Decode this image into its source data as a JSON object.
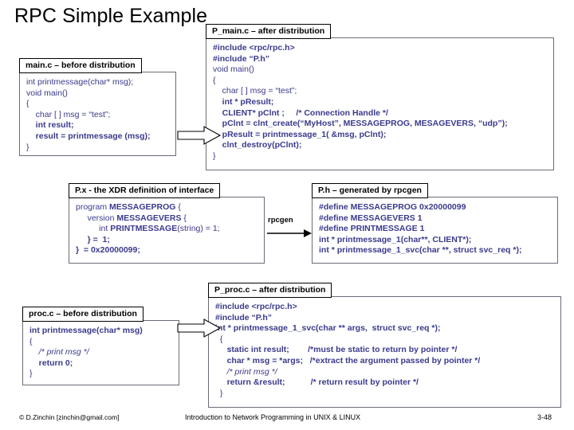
{
  "slide": {
    "title": "RPC Simple Example"
  },
  "boxes": {
    "main_c": {
      "header": "main.c – before distribution",
      "code": "int printmessage(char* msg);\nvoid main()\n{\n    char [ ] msg = “test”;\n    int result;\n    result = printmessage (msg);\n}"
    },
    "p_main_c": {
      "header": "P_main.c – after distribution",
      "code": "#include <rpc/rpc.h>\n#include “P.h”\nvoid main()\n{\n    char [ ] msg = “test”;\n    int * pResult;\n    CLIENT* pClnt ;     /* Connection Handle */\n    pClnt = clnt_create(“MyHost”, MESSAGEPROG, MESAGEVERS, “udp”);\n    pResult = printmessage_1( &msg, pClnt);\n    clnt_destroy(pClnt);\n}"
    },
    "p_x": {
      "header": "P.x - the XDR definition of interface",
      "code": "program MESSAGEPROG {\n    version MESSAGEVERS {\n         int PRINTMESSAGE(string) = 1;\n    } =  1;\n}  = 0x20000099;"
    },
    "p_h": {
      "header_plain": "P.h – generated by ",
      "header_italic": "rpcgen",
      "code": "#define MESSAGEPROG 0x20000099\n#define MESSAGEVERS 1\n#define PRINTMESSAGE 1\nint * printmessage_1(char**, CLIENT*);\nint * printmessage_1_svc(char **, struct svc_req *);"
    },
    "proc_c": {
      "header": "proc.c – before distribution",
      "code": "int printmessage(char* msg)\n{\n    /* print msg */\n    return 0;\n}"
    },
    "p_proc_c": {
      "header": "P_proc.c – after distribution",
      "code": "#include <rpc/rpc.h>\n#include “P.h”\nint * printmessage_1_svc(char ** args,  struct svc_req *);\n{\n    static int result;        /*must be static to return by pointer */\n    char * msg = *args;   /*extract the argument passed by pointer */\n    /* print msg */\n    return &result;           /* return result by pointer */\n}"
    }
  },
  "arrows": {
    "main_to_pmain": "block-arrow-right",
    "proc_to_pproc": "block-arrow-right",
    "rpcgen": {
      "label": "rpcgen",
      "icon": "arrow-right-icon"
    }
  },
  "footer": {
    "left": "© D.Zinchin [zinchin@gmail.com]",
    "center": "Introduction to Network Programming in UNIX & LINUX",
    "right": "3-48"
  },
  "colors": {
    "code_text": "#3a3a8c",
    "box_border": "#6b6b78",
    "header_border": "#000000",
    "background": "#ffffff"
  }
}
